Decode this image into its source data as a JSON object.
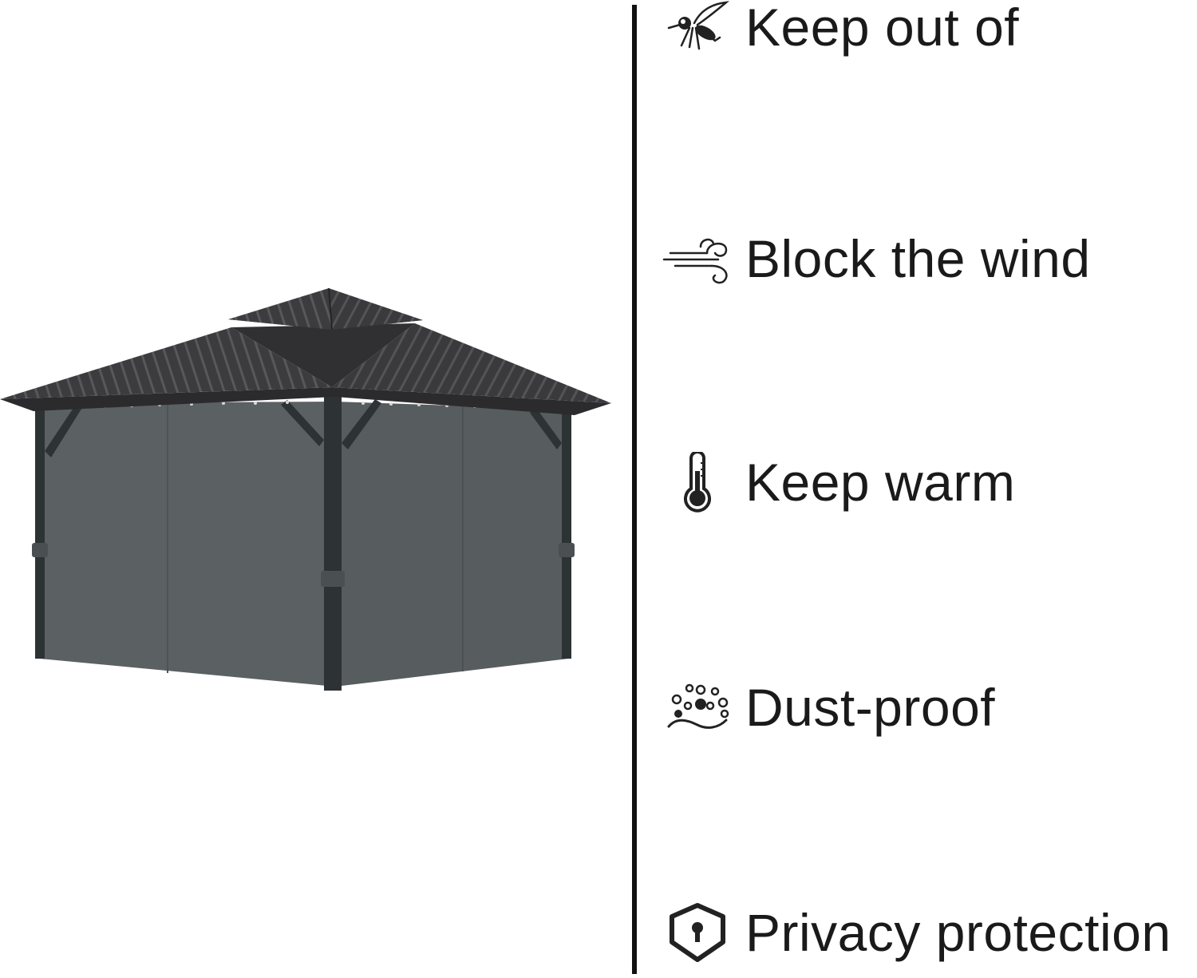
{
  "features": [
    {
      "label": "Keep out of",
      "icon": "mosquito-icon"
    },
    {
      "label": "Block the wind",
      "icon": "wind-icon"
    },
    {
      "label": "Keep warm",
      "icon": "thermometer-icon"
    },
    {
      "label": "Dust-proof",
      "icon": "dust-icon"
    },
    {
      "label": "Privacy protection",
      "icon": "privacy-shield-icon"
    }
  ],
  "colors": {
    "roof": "#3a3a3c",
    "roof_stripe": "#5a5a5e",
    "curtain": "#5a5f61",
    "curtain_side": "#4f5456",
    "frame": "#2d3234",
    "divider": "#111111",
    "text": "#1a1a1a"
  }
}
